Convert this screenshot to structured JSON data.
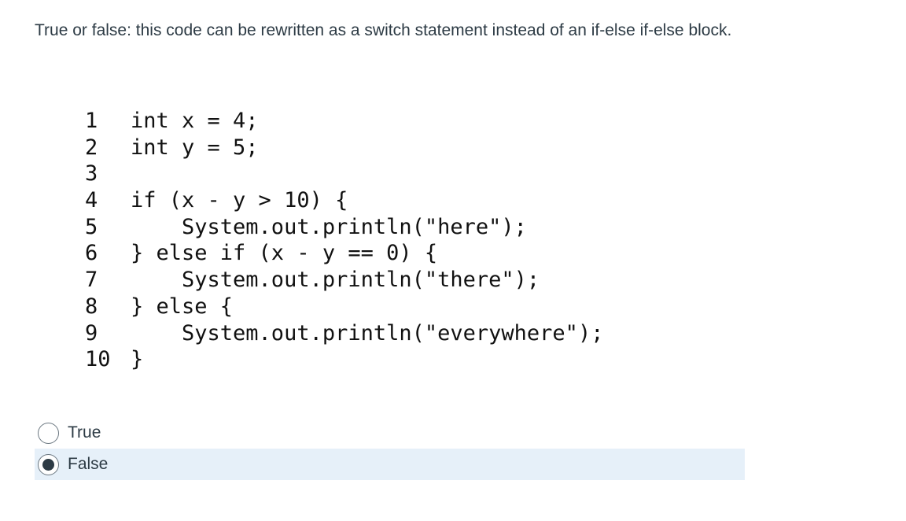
{
  "question": {
    "text": "True or false: this code can be rewritten as a switch statement instead of an if-else if-else block."
  },
  "code": {
    "lines": [
      {
        "n": "1",
        "text": "int x = 4;"
      },
      {
        "n": "2",
        "text": "int y = 5;"
      },
      {
        "n": "3",
        "text": ""
      },
      {
        "n": "4",
        "text": "if (x - y > 10) {"
      },
      {
        "n": "5",
        "text": "    System.out.println(\"here\");"
      },
      {
        "n": "6",
        "text": "} else if (x - y == 0) {"
      },
      {
        "n": "7",
        "text": "    System.out.println(\"there\");"
      },
      {
        "n": "8",
        "text": "} else {"
      },
      {
        "n": "9",
        "text": "    System.out.println(\"everywhere\");"
      },
      {
        "n": "10",
        "text": "}"
      }
    ]
  },
  "answers": {
    "options": [
      {
        "label": "True",
        "selected": false
      },
      {
        "label": "False",
        "selected": true
      }
    ]
  },
  "colors": {
    "text": "#2d3b45",
    "selected_bg": "#e6f0f9"
  }
}
